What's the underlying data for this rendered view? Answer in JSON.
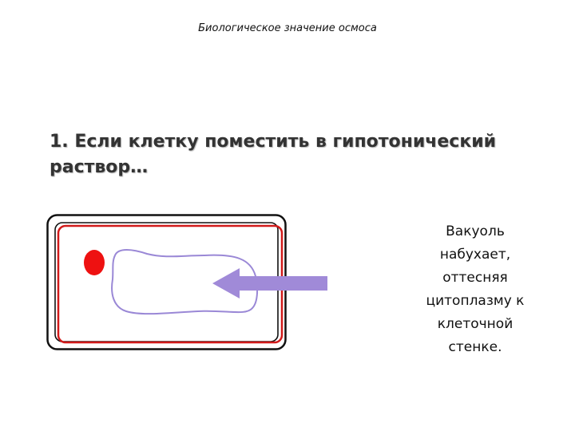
{
  "slide": {
    "header": "Биологическое значение осмоса",
    "heading_line1": "1. Если клетку поместить в гипотонический",
    "heading_line2": "раствор…",
    "caption_lines": [
      "Вакуоль",
      "набухает,",
      "оттесняя",
      "цитоплазму к",
      "клеточной",
      "стенке."
    ]
  },
  "colors": {
    "cell_wall": "#111111",
    "membrane": "#d11a1a",
    "nucleus": "#ee1111",
    "vacuole": "#9a88d6",
    "arrow": "#a08ad8"
  },
  "icons": {
    "arrow": "left-arrow"
  }
}
